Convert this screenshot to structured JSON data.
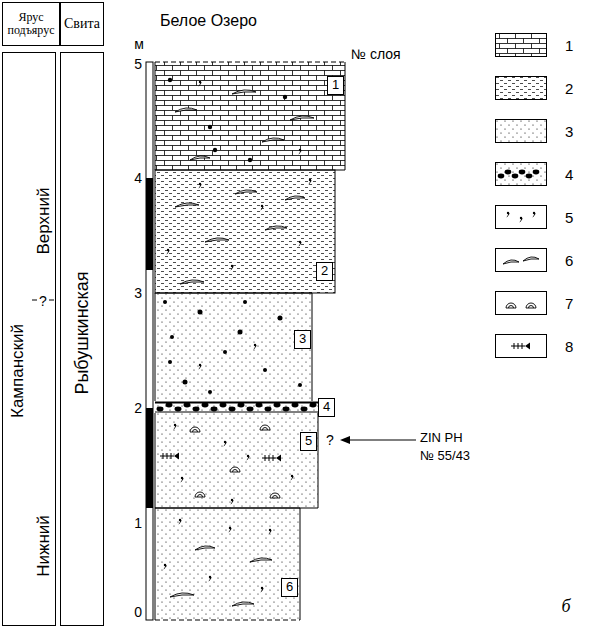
{
  "diagram": {
    "title": "Белое Озеро",
    "nodes": [
      {
        "text": [
          "Ярус подъярус"
        ]
      },
      {
        "text": [
          "Свита"
        ]
      },
      {
        "text": [
          "Кампанский",
          "Верхний",
          "?",
          "Нижний"
        ]
      },
      {
        "text": [
          "Рыбушкинская"
        ]
      },
      {
        "text": [
          "1"
        ]
      },
      {
        "text": [
          "2"
        ]
      },
      {
        "text": [
          "3"
        ]
      },
      {
        "text": [
          "4"
        ]
      },
      {
        "text": [
          "5"
        ]
      },
      {
        "text": [
          "6"
        ]
      }
    ],
    "labels": [
      "м",
      "5",
      "4",
      "3",
      "2",
      "1",
      "0",
      "№ слоя",
      "?",
      "ZIN PH № 55/43",
      "б"
    ],
    "legend": [
      {
        "text": "1"
      },
      {
        "text": "2"
      },
      {
        "text": "3"
      },
      {
        "text": "4"
      },
      {
        "text": "5"
      },
      {
        "text": "6"
      },
      {
        "text": "7"
      },
      {
        "text": "8"
      }
    ]
  }
}
